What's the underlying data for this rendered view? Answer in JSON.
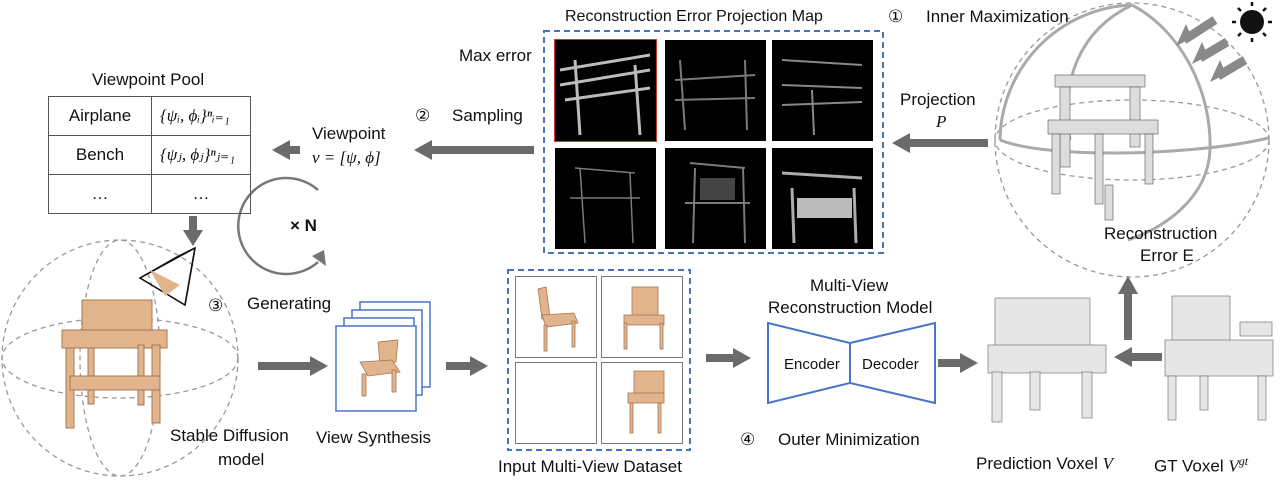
{
  "error_map": {
    "title": "Reconstruction Error Projection Map",
    "max_error_label": "Max error"
  },
  "steps": {
    "s1_num": "①",
    "s1_label": "Inner Maximization",
    "s2_num": "②",
    "s2_label": "Sampling",
    "s3_num": "③",
    "s3_label": "Generating",
    "s4_num": "④",
    "s4_label": "Outer Minimization"
  },
  "viewpoint_pool": {
    "title": "Viewpoint Pool",
    "rows": [
      {
        "category": "Airplane",
        "angles": "{ψᵢ, ϕᵢ}ⁿᵢ₌₁"
      },
      {
        "category": "Bench",
        "angles": "{ψⱼ, ϕⱼ}ⁿⱼ₌₁"
      },
      {
        "category": "…",
        "angles": "…"
      }
    ]
  },
  "viewpoint": {
    "label": "Viewpoint",
    "formula": "v = [ψ, ϕ]"
  },
  "loop": {
    "label": "× N"
  },
  "projection": {
    "label": "Projection",
    "symbol": "P"
  },
  "reconstruction_error": {
    "line1": "Reconstruction",
    "line2": "Error E"
  },
  "stable_diffusion": {
    "line1": "Stable Diffusion",
    "line2": "model"
  },
  "view_synthesis": {
    "label": "View Synthesis"
  },
  "dataset": {
    "label": "Input Multi-View Dataset"
  },
  "model": {
    "line1": "Multi-View",
    "line2": "Reconstruction Model",
    "encoder": "Encoder",
    "decoder": "Decoder"
  },
  "prediction": {
    "label": "Prediction Voxel",
    "symbol": "V"
  },
  "gt": {
    "label": "GT Voxel",
    "symbol": "V",
    "sup": "gt"
  },
  "colors": {
    "dashed_blue": "#4a74b5",
    "arrow_gray": "#6b6b6b",
    "model_blue": "#4a74c9",
    "chair": "#e2b48e",
    "sun": "#111111"
  }
}
